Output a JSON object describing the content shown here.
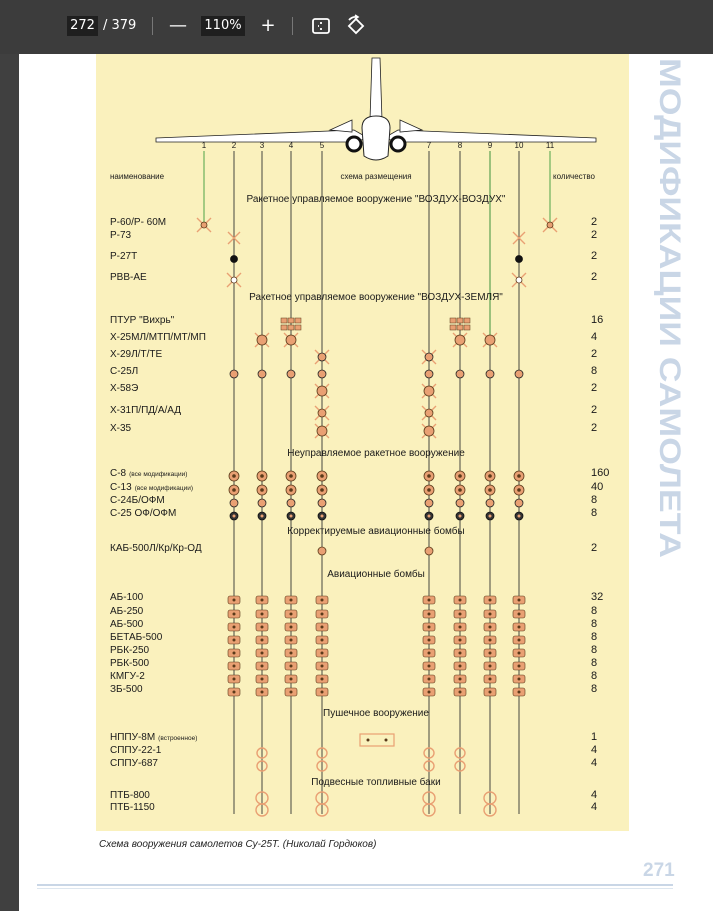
{
  "toolbar": {
    "page_current": "272",
    "page_total": "/ 379",
    "zoom": "110%",
    "zoom_out": "—",
    "zoom_in": "+",
    "fit_icon": "fit-page-icon",
    "rotate_icon": "rotate-icon"
  },
  "figure": {
    "station_numbers": [
      "1",
      "2",
      "3",
      "4",
      "5",
      "7",
      "8",
      "9",
      "10",
      "11"
    ],
    "header_name": "наименование",
    "header_scheme": "схема размещения",
    "header_count": "количество",
    "sections": [
      {
        "title": "Ракетное управляемое вооружение \"ВОЗДУХ-ВОЗДУХ\"",
        "rows": [
          {
            "name": "Р-60/Р- 60М",
            "note": "",
            "count": "2"
          },
          {
            "name": "Р-73",
            "note": "",
            "count": "2"
          },
          {
            "name": "Р-27Т",
            "note": "",
            "count": "2"
          },
          {
            "name": "РВВ-АЕ",
            "note": "",
            "count": "2"
          }
        ]
      },
      {
        "title": "Ракетное управляемое вооружение \"ВОЗДУХ-ЗЕМЛЯ\"",
        "rows": [
          {
            "name": "ПТУР \"Вихрь\"",
            "note": "",
            "count": "16"
          },
          {
            "name": "Х-25МЛ/МТП/МТ/МП",
            "note": "",
            "count": "4"
          },
          {
            "name": "Х-29Л/Т/ТЕ",
            "note": "",
            "count": "2"
          },
          {
            "name": "С-25Л",
            "note": "",
            "count": "8"
          },
          {
            "name": "Х-58Э",
            "note": "",
            "count": "2"
          },
          {
            "name": "Х-31П/ПД/А/АД",
            "note": "",
            "count": "2"
          },
          {
            "name": "Х-35",
            "note": "",
            "count": "2"
          }
        ]
      },
      {
        "title": "Неуправляемое ракетное вооружение",
        "rows": [
          {
            "name": "С-8",
            "note": "(все модификации)",
            "count": "160"
          },
          {
            "name": "С-13",
            "note": "(все модификации)",
            "count": "40"
          },
          {
            "name": "С-24Б/ОФМ",
            "note": "",
            "count": "8"
          },
          {
            "name": "С-25 ОФ/ОФМ",
            "note": "",
            "count": "8"
          }
        ]
      },
      {
        "title": "Корректируемые авиационные бомбы",
        "rows": [
          {
            "name": "КАБ-500Л/Кр/Кр-ОД",
            "note": "",
            "count": "2"
          }
        ]
      },
      {
        "title": "Авиационные бомбы",
        "rows": [
          {
            "name": "АБ-100",
            "note": "",
            "count": "32"
          },
          {
            "name": "АБ-250",
            "note": "",
            "count": "8"
          },
          {
            "name": "АБ-500",
            "note": "",
            "count": "8"
          },
          {
            "name": "БЕТАБ-500",
            "note": "",
            "count": "8"
          },
          {
            "name": "РБК-250",
            "note": "",
            "count": "8"
          },
          {
            "name": "РБК-500",
            "note": "",
            "count": "8"
          },
          {
            "name": "КМГУ-2",
            "note": "",
            "count": "8"
          },
          {
            "name": "ЗБ-500",
            "note": "",
            "count": "8"
          }
        ]
      },
      {
        "title": "Пушечное вооружение",
        "rows": [
          {
            "name": "НППУ-8М",
            "note": "(встроенное)",
            "count": "1"
          },
          {
            "name": "СППУ-22-1",
            "note": "",
            "count": "4"
          },
          {
            "name": "СППУ-687",
            "note": "",
            "count": "4"
          }
        ]
      },
      {
        "title": "Подвесные топливные баки",
        "rows": [
          {
            "name": "ПТБ-800",
            "note": "",
            "count": "4"
          },
          {
            "name": "ПТБ-1150",
            "note": "",
            "count": "4"
          }
        ]
      }
    ],
    "colors": {
      "background": "#faf1bd",
      "marker": "#e9a073",
      "marker_dark": "#5a3a1a",
      "line": "#333333",
      "green_line": "#3b9a3b",
      "side_title": "#c9d6e6"
    }
  },
  "side_title": "МОДИФИКАЦИИ САМОЛЕТА",
  "caption": "Схема вооружения самолетов Су-25Т. (Николай Гордюков)",
  "page_number": "271"
}
